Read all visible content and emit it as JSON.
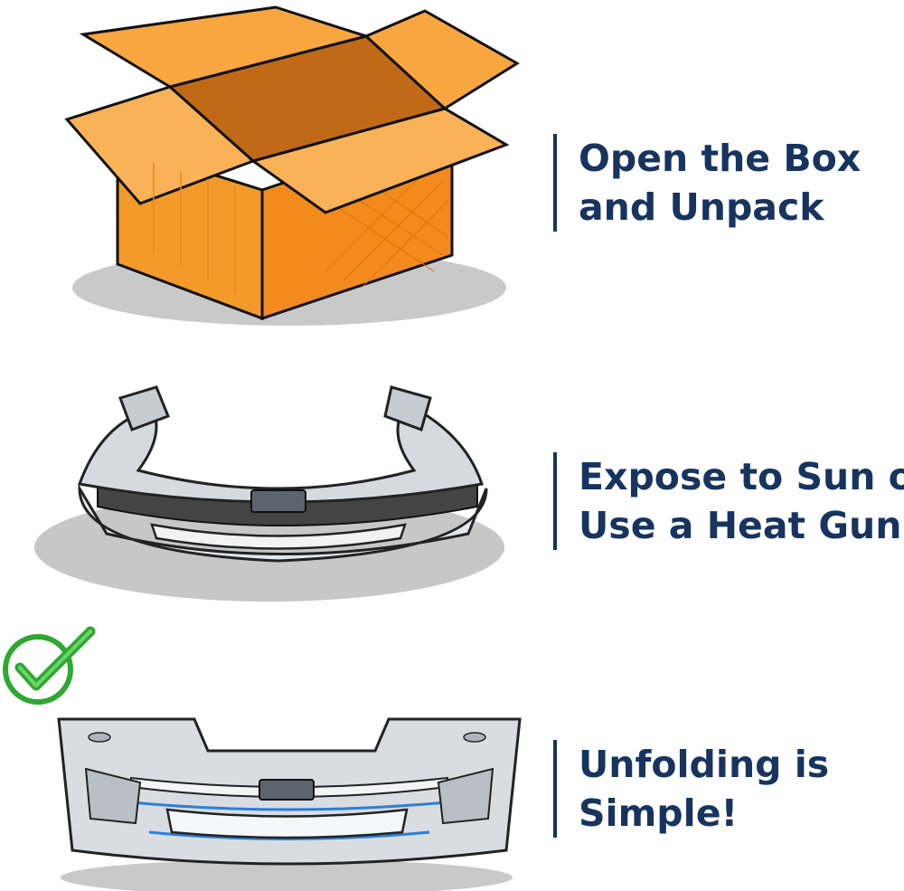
{
  "steps": [
    {
      "illustration": "open-cardboard-box",
      "caption_lines": [
        "Open the Box",
        "and Unpack"
      ]
    },
    {
      "illustration": "folded-bumper",
      "caption_lines": [
        "Expose to Sun or",
        "Use a Heat Gun"
      ]
    },
    {
      "illustration": "unfolded-bumper",
      "caption_lines": [
        "Unfolding is",
        "Simple!"
      ],
      "badge": "green-check-icon"
    }
  ],
  "colors": {
    "caption_text": "#17345f",
    "box_orange": "#f59a2a",
    "bumper_silver": "#d9dde2",
    "check_green": "#2ea830"
  }
}
